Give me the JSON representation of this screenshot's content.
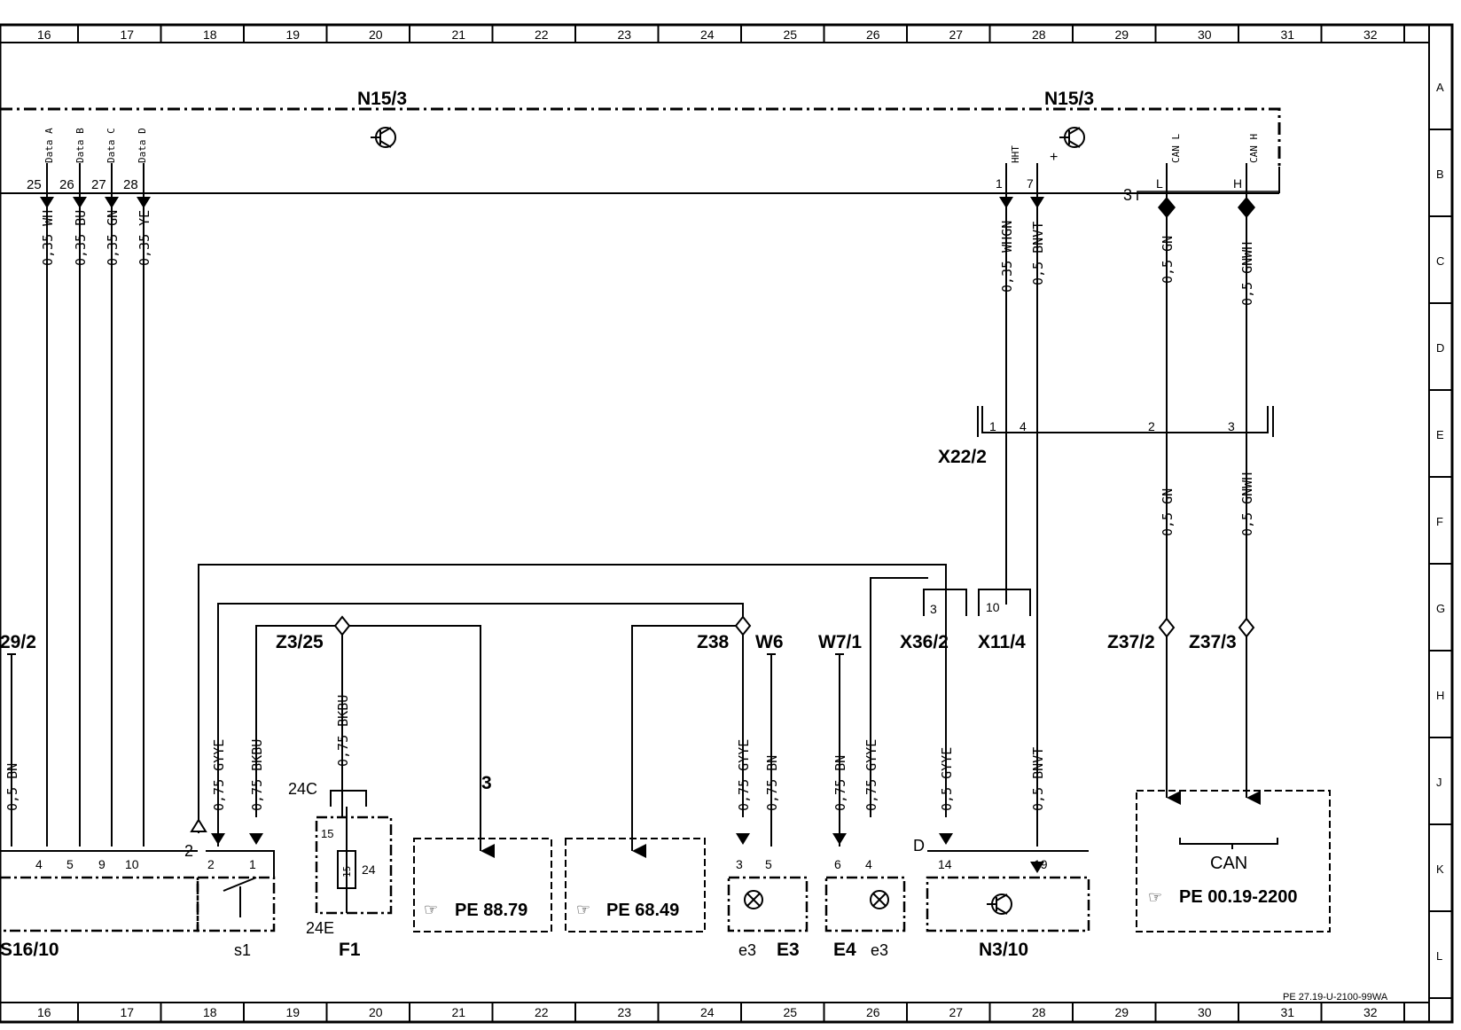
{
  "frame": {
    "top_columns": [
      "16",
      "17",
      "18",
      "19",
      "20",
      "21",
      "22",
      "23",
      "24",
      "25",
      "26",
      "27",
      "28",
      "29",
      "30",
      "31",
      "32"
    ],
    "bottom_columns": [
      "16",
      "17",
      "18",
      "19",
      "20",
      "21",
      "22",
      "23",
      "24",
      "25",
      "26",
      "27",
      "28",
      "29",
      "30",
      "31",
      "32"
    ],
    "rows": [
      "A",
      "B",
      "C",
      "D",
      "E",
      "F",
      "G",
      "H",
      "J",
      "K",
      "L"
    ],
    "doc_ref": "PE 27.19-U-2100-99WA"
  },
  "components": {
    "n15_3_left": "N15/3",
    "n15_3_right": "N15/3",
    "x22_2": "X22/2",
    "z3_25": "Z3/25",
    "z38": "Z38",
    "w6": "W6",
    "w7_1": "W7/1",
    "x36_2": "X36/2",
    "x11_4": "X11/4",
    "z37_2": "Z37/2",
    "z37_3": "Z37/3",
    "n29_2": "29/2",
    "s16_10": "S16/10",
    "s1": "s1",
    "f1": "F1",
    "e3_left": "e3",
    "e3_comp": "E3",
    "e4": "E4",
    "e3_right": "e3",
    "n3_10": "N3/10"
  },
  "module_pins": {
    "data": [
      "Data A",
      "Data B",
      "Data C",
      "Data D"
    ],
    "data_nums": [
      "25",
      "26",
      "27",
      "28"
    ],
    "hht": "HHT",
    "plus": "+",
    "can_l": "CAN L",
    "can_h": "CAN H",
    "pin1": "1",
    "pin7": "7",
    "pin3": "3",
    "pin_l": "L",
    "pin_h": "H"
  },
  "wires": {
    "w_wh": "0,35 WH",
    "w_bu": "0,35 BU",
    "w_gn": "0,35 GN",
    "w_ye": "0,35 YE",
    "w_whgn": "0,35 WHGN",
    "w_bnvt_top": "0,5 BNVT",
    "w_gn_top": "0,5 GN",
    "w_gnwh_top": "0,5 GNWH",
    "w_gn_mid": "0,5 GN",
    "w_gnwh_mid": "0,5 GNWH",
    "w_bn_left": "0,5 BN",
    "w_gyye_s1": "0,75 GYYE",
    "w_bkbu_s1": "0,75 BKBU",
    "w_bkbu_f1": "0,75 BKBU",
    "w_gyye_e3": "0,75 GYYE",
    "w_bn_e3": "0,75 BN",
    "w_bn_e4": "0,75 BN",
    "w_gyye_e4": "0,75 GYYE",
    "w_gyye_n3": "0,5 GYYE",
    "w_bnvt_n3": "0,5 BNVT"
  },
  "connector_pins": {
    "x22_pins": [
      "1",
      "4",
      "2",
      "3"
    ],
    "x36_pin": "3",
    "x11_pin": "10",
    "s16_pins": [
      "4",
      "5",
      "9",
      "10"
    ],
    "s1_pins": [
      "2",
      "1"
    ],
    "s1_outer": "2",
    "f1_top": "24C",
    "f1_bottom": "24E",
    "f1_15": "15",
    "f1_fuse": "15",
    "f1_24": "24",
    "e3_pins": [
      "3",
      "5"
    ],
    "e4_pins": [
      "6",
      "4"
    ],
    "n3_pins": [
      "14",
      "19"
    ],
    "n3_d": "D"
  },
  "references": {
    "ref_count": "3",
    "pe_8879": "PE 88.79",
    "pe_6849": "PE 68.49",
    "can_label": "CAN",
    "pe_can": "PE 00.19-2200"
  },
  "colors": {
    "line": "#000000",
    "background": "#ffffff"
  }
}
